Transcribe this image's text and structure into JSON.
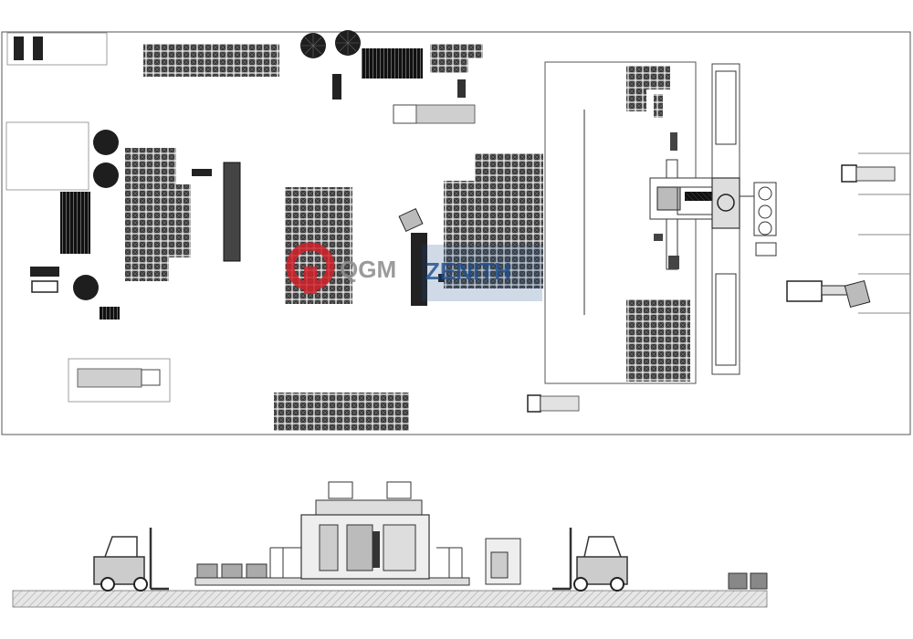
{
  "logo": {
    "brand_left": "QGM",
    "brand_right": "ZENITH",
    "brand_color": "#d1222a",
    "accent_color": "#1f4e8c"
  },
  "colors": {
    "line": "#333333",
    "block": "#3a3a3a",
    "block_dark": "#1a1a1a",
    "truck_body": "#cfcfcf",
    "ground_hatch": "#bdbdbd",
    "tank": "#2a2a2a"
  },
  "icons": {
    "plan_view": "factory-floor-plan",
    "side_view": "block-machine-elevation",
    "forklift": "forklift-icon",
    "truck": "truck-icon",
    "silo": "silo-icon",
    "loader": "wheel-loader-icon"
  }
}
